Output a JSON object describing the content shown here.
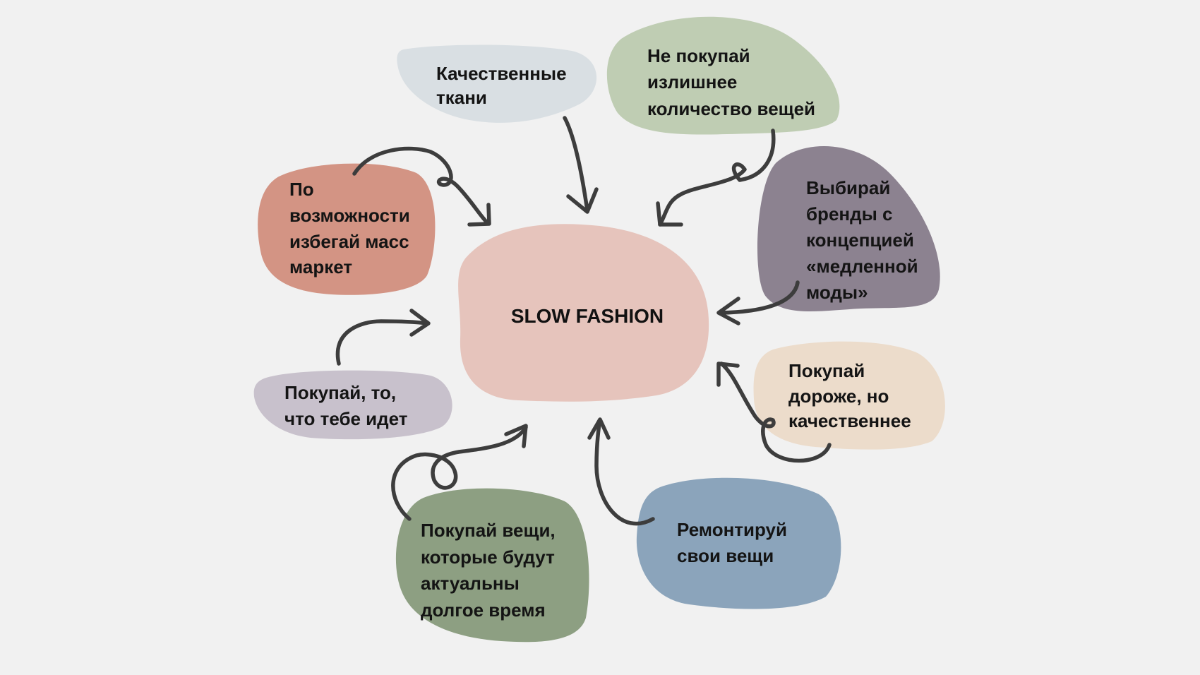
{
  "center": {
    "label": "SLOW FASHION",
    "color": "#e6c4bc"
  },
  "nodes": [
    {
      "id": "quality-fabrics",
      "lines": [
        "Качественные",
        "ткани"
      ],
      "color": "#d9dfe3"
    },
    {
      "id": "dont-overbuy",
      "lines": [
        "Не покупай",
        "излишнее",
        "количество вещей"
      ],
      "color": "#bfcdb3"
    },
    {
      "id": "slow-brands",
      "lines": [
        "Выбирай",
        "бренды с",
        "концепцией",
        "«медленной",
        "моды»"
      ],
      "color": "#8c8290"
    },
    {
      "id": "pricier-better",
      "lines": [
        "Покупай",
        "дороже, но",
        "качественнее"
      ],
      "color": "#ecdccb"
    },
    {
      "id": "repair",
      "lines": [
        "Ремонтируй",
        "свои вещи"
      ],
      "color": "#8ba4bb"
    },
    {
      "id": "long-lasting",
      "lines": [
        "Покупай вещи,",
        "которые будут",
        "актуальны",
        "долгое время"
      ],
      "color": "#8d9f82"
    },
    {
      "id": "what-suits",
      "lines": [
        "Покупай, то,",
        "что тебе идет"
      ],
      "color": "#c8c1cc"
    },
    {
      "id": "avoid-mass-market",
      "lines": [
        "По",
        "возможности",
        "избегай масс",
        "маркет"
      ],
      "color": "#d39484"
    }
  ],
  "arrow_color": "#3d3d3d",
  "background_color": "#f1f1f1"
}
